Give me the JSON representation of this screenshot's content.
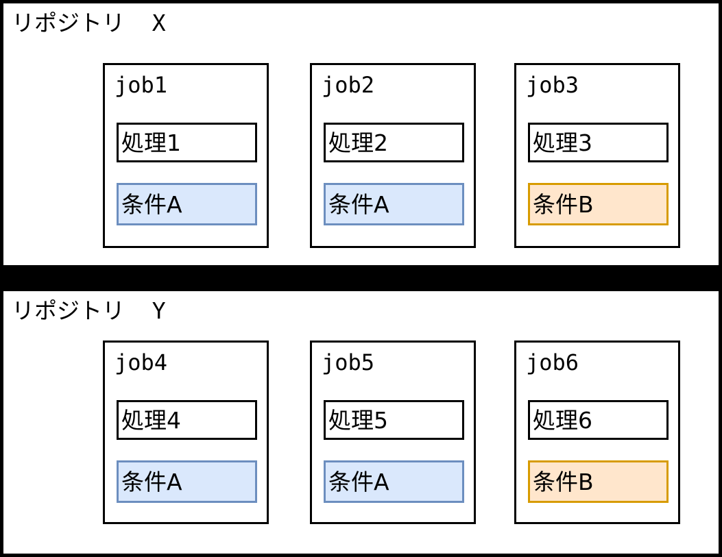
{
  "diagram": {
    "repositories": [
      {
        "label": "リポジトリ  X",
        "jobs": [
          {
            "name": "job1",
            "process": "処理1",
            "condition": "条件A",
            "condition_variant": "A"
          },
          {
            "name": "job2",
            "process": "処理2",
            "condition": "条件A",
            "condition_variant": "A"
          },
          {
            "name": "job3",
            "process": "処理3",
            "condition": "条件B",
            "condition_variant": "B"
          }
        ]
      },
      {
        "label": "リポジトリ  Y",
        "jobs": [
          {
            "name": "job4",
            "process": "処理4",
            "condition": "条件A",
            "condition_variant": "A"
          },
          {
            "name": "job5",
            "process": "処理5",
            "condition": "条件A",
            "condition_variant": "A"
          },
          {
            "name": "job6",
            "process": "処理6",
            "condition": "条件B",
            "condition_variant": "B"
          }
        ]
      }
    ],
    "colors": {
      "background": "#ffffff",
      "frame": "#000000",
      "condition_a_fill": "#dae8fc",
      "condition_a_border": "#6c8ebf",
      "condition_b_fill": "#ffe6cc",
      "condition_b_border": "#d79b00"
    }
  }
}
